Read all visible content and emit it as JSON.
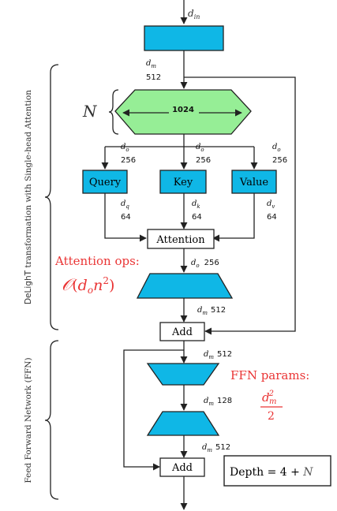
{
  "colors": {
    "block_fill": "#0fb7e6",
    "hex_fill": "#96ee96",
    "stroke": "#222222",
    "red": "#ea3535",
    "side_text": "#333333"
  },
  "labels": {
    "d_in": "d_in",
    "d_m": "d_m",
    "d_o": "d_o",
    "d_q": "d_q",
    "d_k": "d_k",
    "d_v": "d_v",
    "N": "N"
  },
  "dims": {
    "dm_top": "512",
    "hex_width": "1024",
    "do_query": "256",
    "do_key": "256",
    "do_value": "256",
    "dq": "64",
    "dk": "64",
    "dv": "64",
    "do_attn": "256",
    "dm_after_proj": "512",
    "dm_ffn_in": "512",
    "dm_ffn_mid": "128",
    "dm_ffn_out": "512"
  },
  "blocks": {
    "query": "Query",
    "key": "Key",
    "value": "Value",
    "attention": "Attention",
    "add1": "Add",
    "add2": "Add"
  },
  "annotations": {
    "attention_ops_title": "Attention ops:",
    "attention_ops_formula": "O(d_o n^2)",
    "ffn_params_title": "FFN params:",
    "ffn_params_formula": "d_m^2 / 2",
    "depth_text": "Depth = 4 + ",
    "depth_var": "N"
  },
  "side_labels": {
    "delight_mono": "DeLighT",
    "delight_rest": " transformation with Single-head Attention",
    "ffn": "Feed Forward Network (FFN)"
  }
}
